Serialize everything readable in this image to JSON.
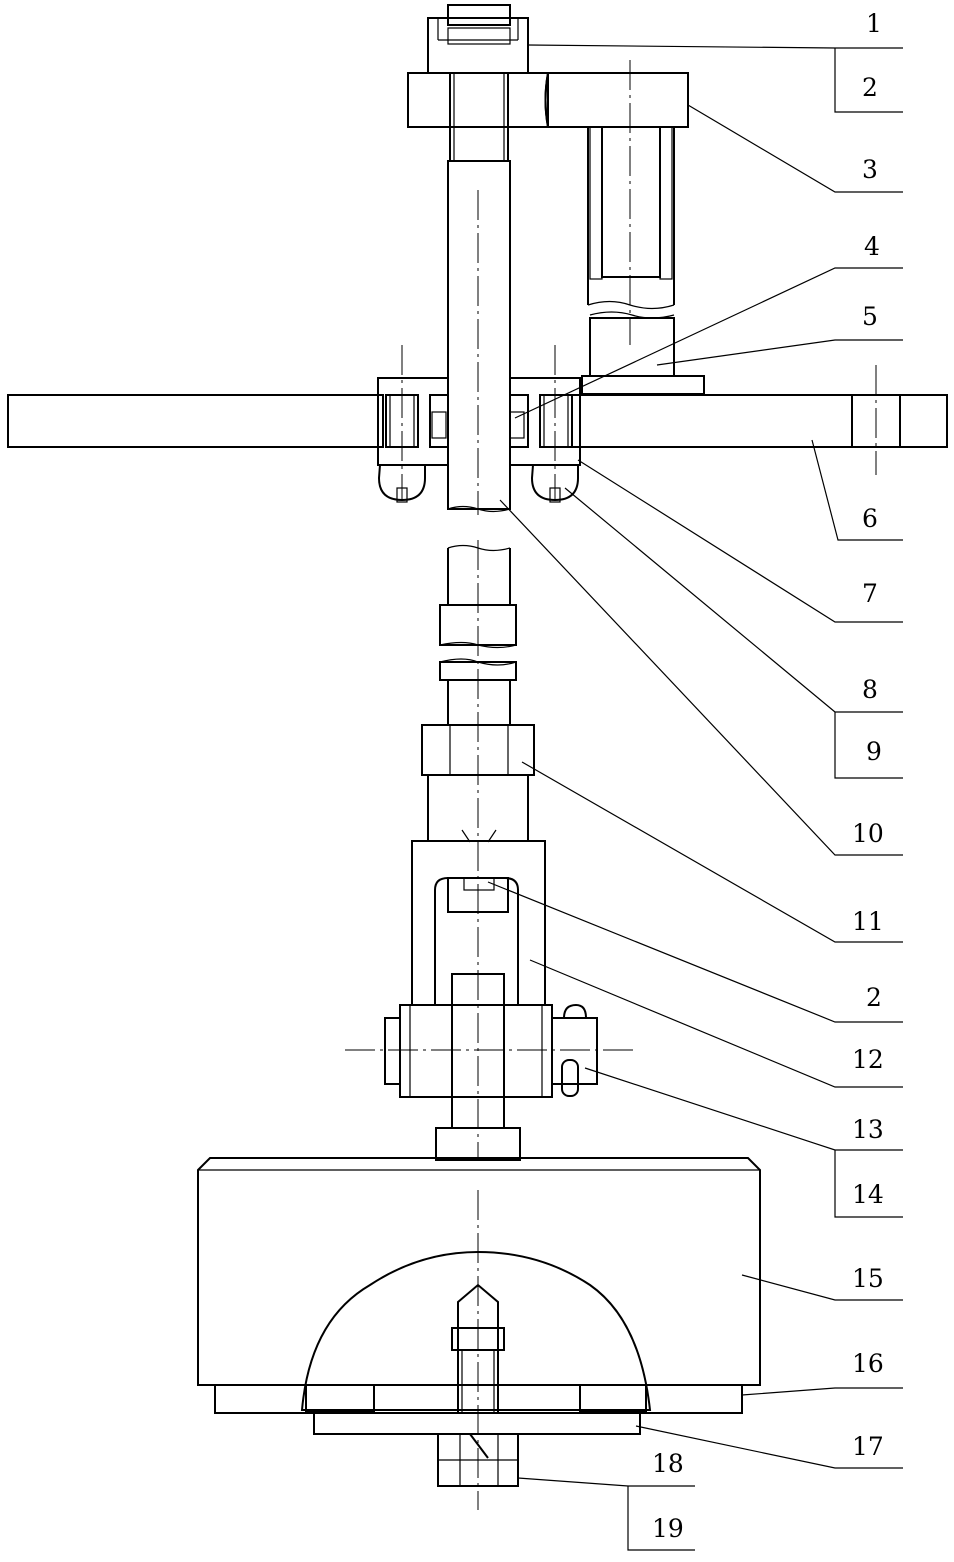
{
  "drawing": {
    "labels": [
      "1",
      "2",
      "3",
      "4",
      "5",
      "6",
      "7",
      "8",
      "9",
      "10",
      "11",
      "2",
      "12",
      "13",
      "14",
      "15",
      "16",
      "17",
      "18",
      "19"
    ]
  }
}
